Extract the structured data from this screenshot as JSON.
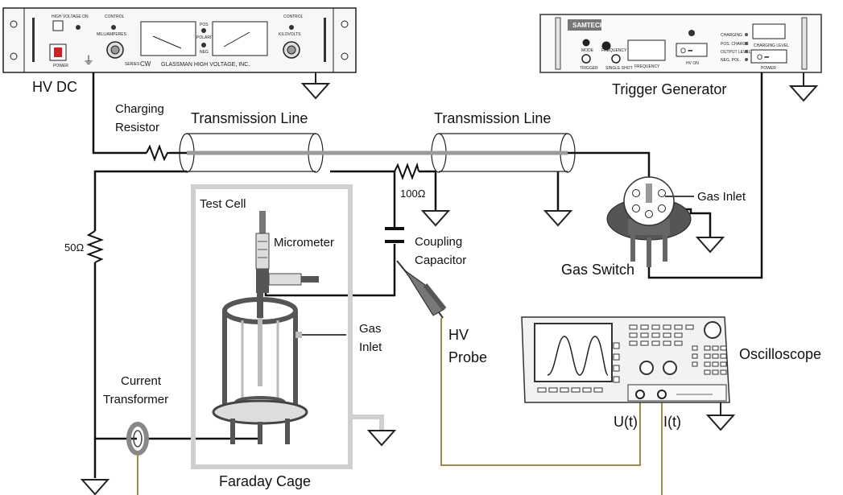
{
  "labels": {
    "hv_dc": "HV DC",
    "trigger_generator": "Trigger Generator",
    "charging_resistor_1": "Charging",
    "charging_resistor_2": "Resistor",
    "transmission_line_1": "Transmission Line",
    "transmission_line_2": "Transmission Line",
    "r100": "100Ω",
    "r50": "50Ω",
    "test_cell": "Test Cell",
    "micrometer": "Micrometer",
    "coupling_capacitor_1": "Coupling",
    "coupling_capacitor_2": "Capacitor",
    "gas_inlet_switch": "Gas Inlet",
    "gas_switch": "Gas Switch",
    "gas_inlet_cell_1": "Gas",
    "gas_inlet_cell_2": "Inlet",
    "hv_probe_1": "HV",
    "hv_probe_2": "Probe",
    "oscilloscope": "Oscilloscope",
    "current_transformer_1": "Current",
    "current_transformer_2": "Transformer",
    "faraday_cage": "Faraday Cage",
    "u_t": "U(t)",
    "i_t": "I(t)"
  },
  "hv_panel": {
    "high_voltage_on": "HIGH VOLTAGE ON",
    "control_left": "CONTROL",
    "control_right": "CONTROL",
    "milliamperes": "MILLIAMPERES",
    "kilovolts": "KILOVOLTS",
    "pos": "POS",
    "polarity": "POLARITY",
    "neg": "NEG",
    "power": "POWER",
    "series": "SERIES",
    "model": "CW",
    "brand": "GLASSMAN HIGH VOLTAGE, INC."
  },
  "trigger_panel": {
    "brand": "SAMTECH",
    "mode": "MODE",
    "frequency_knob": "FREQUENCY",
    "frequency_display": "FREQUENCY",
    "hv_on": "HV ON",
    "charging": "CHARGING",
    "pos_charge": "POS. CHARGE",
    "output_level": "OUTPUT LEVEL",
    "neg_pol": "NEG. POL.",
    "charging_level": "CHARGING LEVEL",
    "power": "POWER",
    "trigger": "TRIGGER",
    "single_shot": "SINGLE SHOT"
  }
}
